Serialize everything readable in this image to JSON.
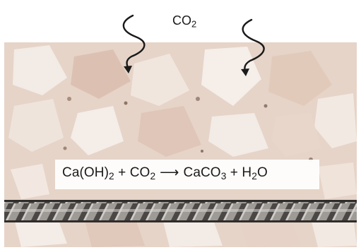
{
  "gas_label": {
    "main": "CO",
    "sub": "2"
  },
  "equation": {
    "reactant_1": {
      "main": "Ca(OH)",
      "sub": "2"
    },
    "plus_1": " + ",
    "reactant_2": {
      "main": "CO",
      "sub": "2"
    },
    "arrow": "⟶",
    "product_1": {
      "main": "CaCO",
      "sub": "3"
    },
    "plus_2": " + ",
    "product_2": {
      "pre": "H",
      "sub": "2",
      "post": "O"
    }
  },
  "colors": {
    "concrete_base": "#e6d4c8",
    "aggregate_light": "#f3ebe5",
    "aggregate_pink": "#dcc1b2",
    "rebar_dark": "#3f3c3a",
    "rebar_light": "#b9b6b2"
  }
}
